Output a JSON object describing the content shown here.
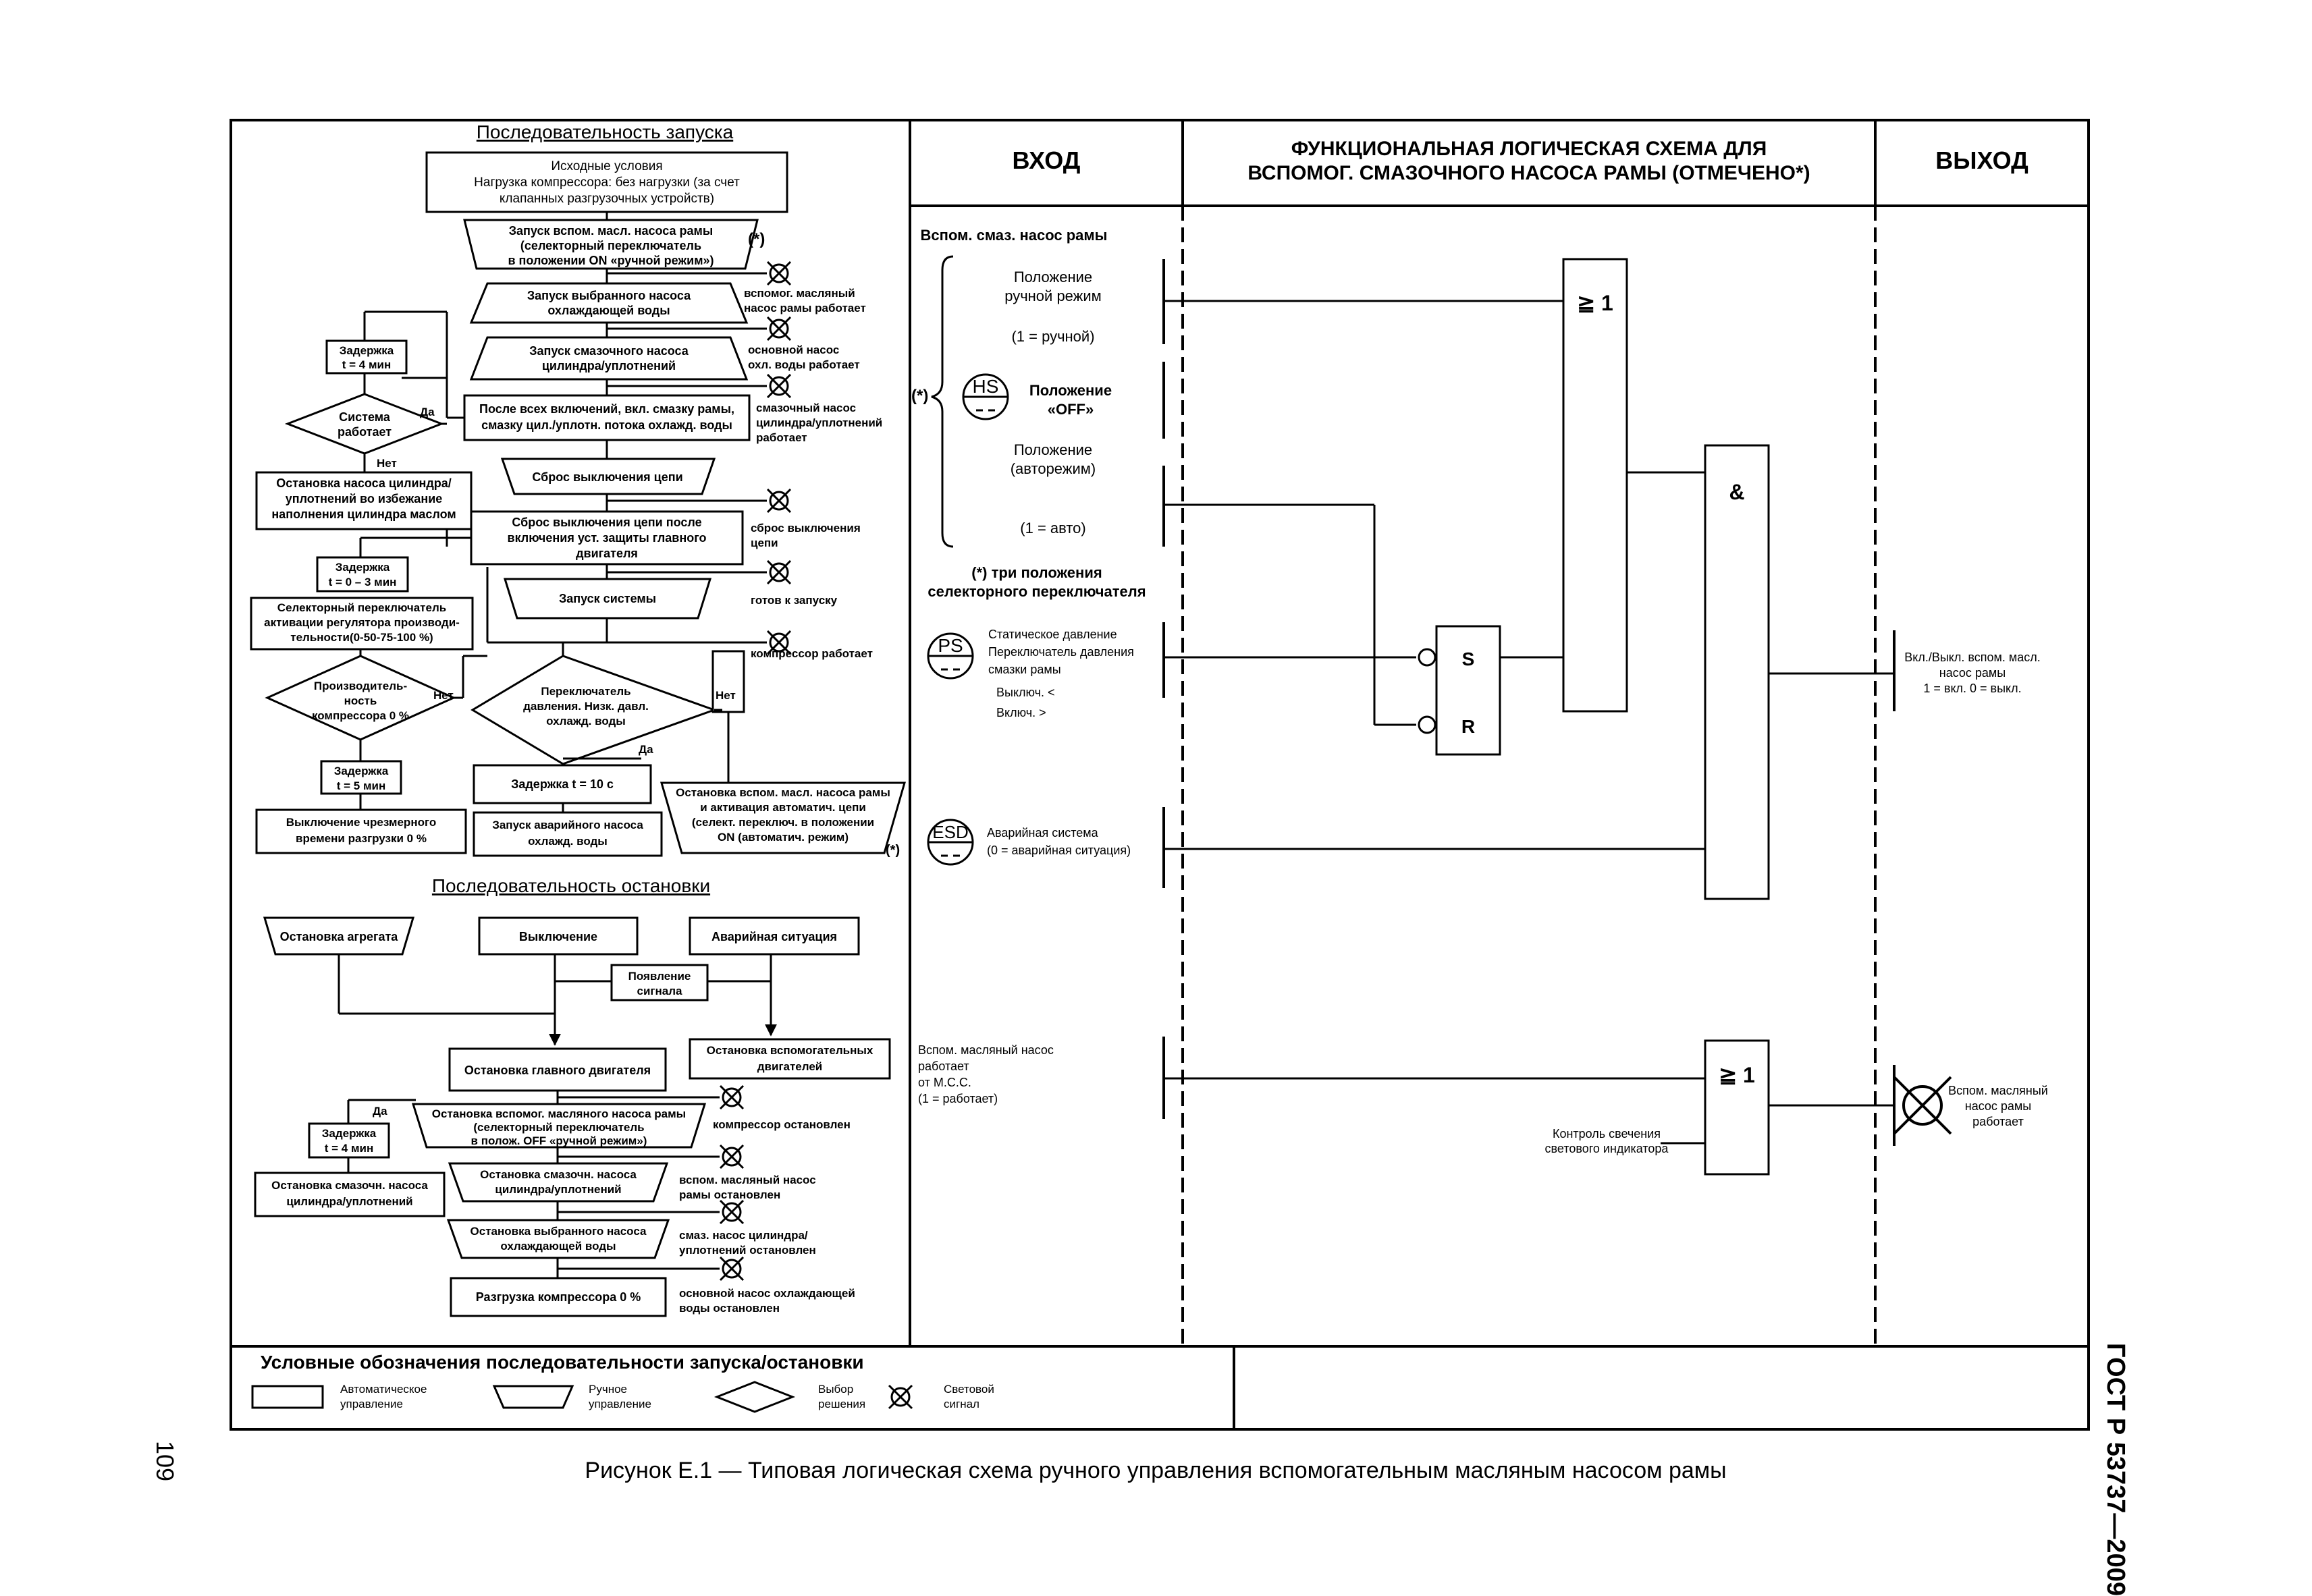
{
  "standard_id": "ГОСТ Р 53737—2009",
  "page_number": "109",
  "caption": "Рисунок Е.1 — Типовая логическая схема ручного управления вспомогательным масляным насосом рамы",
  "start_sequence": {
    "title": "Последовательность запуска",
    "initial": [
      "Исходные условия",
      "Нагрузка компрессора: без нагрузки (за счет",
      "клапанных разгрузочных устройств)"
    ],
    "start_aux_pump": [
      "Запуск вспом. масл. насоса рамы",
      "(селекторный переключатель",
      "в положении ON «ручной режим»)"
    ],
    "star": "(*)",
    "sig_aux_running": [
      "вспомог. масляный",
      "насос рамы работает"
    ],
    "start_cooling_pump": [
      "Запуск выбранного насоса",
      "охлаждающей воды"
    ],
    "sig_main_cool_running": [
      "основной насос",
      "охл. воды работает"
    ],
    "start_lube_pump": [
      "Запуск смазочного насоса",
      "цилиндра/уплотнений"
    ],
    "sig_lube_running": [
      "смазочный насос",
      "цилиндра/уплотнений",
      "работает"
    ],
    "after_all": [
      "После всех включений, вкл. смазку рамы,",
      "смазку цил./уплотн. потока  охлажд. воды"
    ],
    "delay_4min": [
      "Задержка",
      "t = 4 мин"
    ],
    "system_running": [
      "Система",
      "работает"
    ],
    "yes": "Да",
    "no": "Нет",
    "stop_cyl_pump": [
      "Остановка насоса цилиндра/",
      "уплотнений во избежание",
      "наполнения цилиндра маслом"
    ],
    "reset_trip": "Сброс выключения цепи",
    "reset_trip_after": [
      "Сброс выключения цепи после",
      "включения уст. защиты главного",
      "двигателя"
    ],
    "sig_trip_reset": [
      "сброс выключения",
      "цепи"
    ],
    "delay_0_3": [
      "Задержка",
      "t = 0 – 3 мин"
    ],
    "system_start": "Запуск системы",
    "sig_ready": "готов к запуску",
    "selector_switch": [
      "Селекторный переключатель",
      "активации регулятора производи-",
      "тельности(0-50-75-100 %)"
    ],
    "sig_compressor_running": "компрессор работает",
    "capacity_zero": [
      "Производитель-",
      "ность",
      "компрессора 0 %"
    ],
    "pressure_switch": [
      "Переключатель",
      "давления. Низк. давл.",
      "охлажд. воды"
    ],
    "delay_5min": [
      "Задержка",
      "t = 5 мин"
    ],
    "delay_10s": "Задержка t = 10 с",
    "stop_aux_auto": [
      "Остановка вспом. масл. насоса рамы",
      "и активация автоматич. цепи",
      "(селект. переключ. в положении",
      "ON (автоматич. режим)"
    ],
    "unload_time": [
      "Выключение чрезмерного",
      "времени разгрузки 0 %"
    ],
    "start_emergency_pump": [
      "Запуск аварийного насоса",
      "охлажд. воды"
    ]
  },
  "stop_sequence": {
    "title": "Последовательность остановки",
    "unit_stop": "Остановка агрегата",
    "shutdown": "Выключение",
    "emergency": "Аварийная ситуация",
    "signal_appear": [
      "Появление",
      "сигнала"
    ],
    "stop_main_engine": "Остановка главного двигателя",
    "stop_aux_engines": [
      "Остановка вспомогательных",
      "двигателей"
    ],
    "stop_aux_oil_pump": [
      "Остановка вспомог. масляного насоса рамы",
      "(селекторный переключатель",
      "в полож. OFF «ручной режим»)"
    ],
    "sig_compressor_stopped": "компрессор остановлен",
    "yes": "Да",
    "delay_4min": [
      "Задержка",
      "t = 4 мин"
    ],
    "stop_lube_left": [
      "Остановка смазочн. насоса",
      "цилиндра/уплотнений"
    ],
    "stop_lube_right": [
      "Остановка смазочн. насоса",
      "цилиндра/уплотнений"
    ],
    "sig_aux_frame_stopped": [
      "вспом. масляный насос",
      "рамы остановлен"
    ],
    "stop_selected_cool": [
      "Остановка выбранного насоса",
      "охлаждающей воды"
    ],
    "sig_lube_stopped": [
      "смаз. насос цилиндра/",
      "уплотнений остановлен"
    ],
    "unload_compressor": "Разгрузка компрессора 0 %",
    "sig_main_cool_stopped": [
      "основной насос охлаждающей",
      "воды остановлен"
    ]
  },
  "legend": {
    "title": "Условные обозначения последовательности запуска/остановки",
    "auto": [
      "Автоматическое",
      "управление"
    ],
    "manual": [
      "Ручное",
      "управление"
    ],
    "decision": [
      "Выбор",
      "решения"
    ],
    "light": [
      "Световой",
      "сигнал"
    ]
  },
  "logic": {
    "header_input": "ВХОД",
    "header_function": [
      "ФУНКЦИОНАЛЬНАЯ ЛОГИЧЕСКАЯ СХЕМА ДЛЯ",
      "ВСПОМОГ. СМАЗОЧНОГО НАСОСА РАМЫ (ОТМЕЧЕНО*)"
    ],
    "header_output": "ВЫХОД",
    "input_title": "Вспом. смаз. насос рамы",
    "pos_manual": [
      "Положение",
      "ручной режим"
    ],
    "manual_eq": "(1 = ручной)",
    "star": "(*)",
    "hs": "HS",
    "pos_off": [
      "Положение",
      "«OFF»"
    ],
    "pos_auto": [
      "Положение",
      "(авторежим)"
    ],
    "auto_eq": "(1 = авто)",
    "note": [
      "(*) три положения",
      "селекторного переключателя"
    ],
    "ps": "PS",
    "static_pressure": [
      "Статическое давление",
      "Переключатель давления",
      "смазки рамы"
    ],
    "off_lt": "Выключ. <",
    "on_gt": "Включ. >",
    "esd": "ESD",
    "emergency_system": [
      "Аварийная система",
      "(0 = аварийная ситуация)"
    ],
    "aux_running_input": [
      "Вспом. масляный насос",
      "работает",
      "от M.C.C.",
      "(1 = работает)"
    ],
    "or_gate": "≧ 1",
    "and_gate": "&",
    "s": "S",
    "r": "R",
    "output_onoff": [
      "Вкл./Выкл. вспом. масл.",
      "насос рамы",
      "1 = вкл. 0 = выкл."
    ],
    "light_check": [
      "Контроль свечения",
      "светового индикатора"
    ],
    "output_running": [
      "Вспом. масляный",
      "насос рамы",
      "работает"
    ]
  }
}
